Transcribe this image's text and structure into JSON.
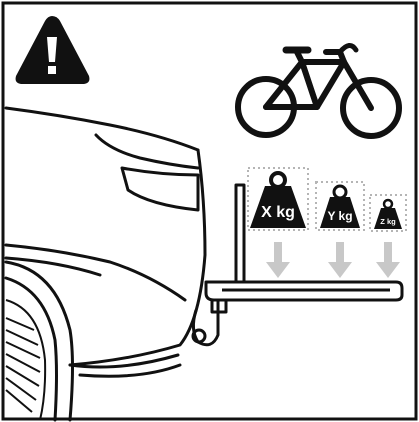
{
  "figure": {
    "type": "instruction-pictogram",
    "colors": {
      "ink": "#111111",
      "background": "#ffffff",
      "arrow": "#c8c8c8",
      "dotted_box": "#b5b5b5"
    },
    "icons": [
      "warning-triangle-icon",
      "bicycle-icon",
      "car-rear-icon",
      "bike-carrier-icon",
      "weight-icon",
      "down-arrow-icon"
    ],
    "weights": [
      {
        "label": "X kg",
        "size": "large"
      },
      {
        "label": "Y kg",
        "size": "medium"
      },
      {
        "label": "Z kg",
        "size": "small"
      }
    ],
    "warning_mark": "!"
  }
}
